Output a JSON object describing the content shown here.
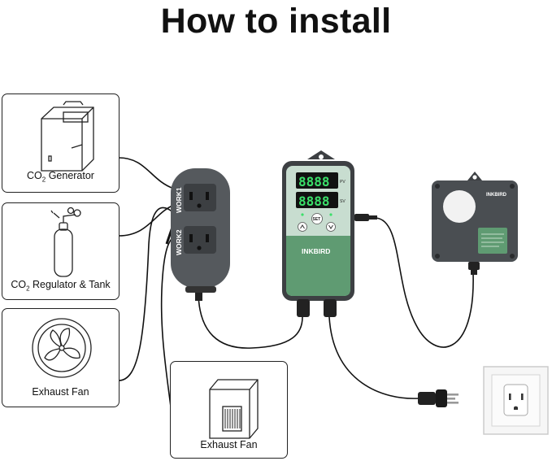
{
  "title": "How to install",
  "devices": [
    {
      "label_main": "CO",
      "label_sub": "2",
      "label_rest": " Generator",
      "icon": "co2-generator-icon"
    },
    {
      "label_main": "CO",
      "label_sub": "2",
      "label_rest": " Regulator & Tank",
      "icon": "co2-tank-icon"
    },
    {
      "label": "Exhaust Fan",
      "icon": "exhaust-fan-round-icon"
    },
    {
      "label": "Exhaust Fan",
      "icon": "exhaust-fan-box-icon"
    }
  ],
  "power_strip": {
    "outlet1": "WORK1",
    "outlet2": "WORK2"
  },
  "controller": {
    "brand": "INKBIRD",
    "pv_display": "8888",
    "sv_display": "8888",
    "pv_tag": "PV",
    "sv_tag": "SV",
    "set_button": "SET"
  },
  "sensor": {
    "brand": "INKBIRD"
  },
  "colors": {
    "controller_green": "#5f9b72",
    "led_green": "#3be06a",
    "device_gray": "#55595d"
  }
}
